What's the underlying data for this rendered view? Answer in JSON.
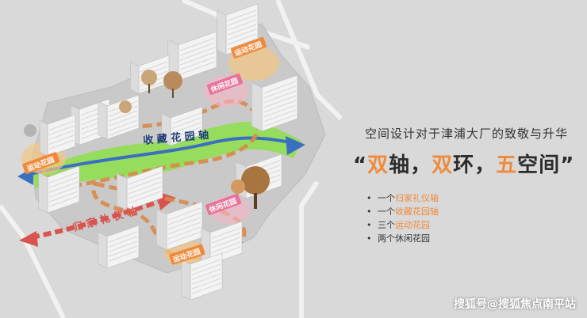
{
  "heading": "空间设计对于津浦大厂的致敬与升华",
  "slogan": {
    "open": "“",
    "p1_hl": "双",
    "p1": "轴，",
    "p2_hl": "双",
    "p2": "环，",
    "p3_hl": "五",
    "p3": "空间",
    "close": "”"
  },
  "bullets": [
    {
      "dot": "•",
      "prefix": "一个",
      "hl": "归家礼仪轴"
    },
    {
      "dot": "•",
      "prefix": "一个",
      "hl": "收藏花园轴"
    },
    {
      "dot": "•",
      "prefix": "三个",
      "hl": "运动花园"
    },
    {
      "dot": "•",
      "prefix": "两个",
      "hl": "休闲花园"
    }
  ],
  "map_labels": {
    "collection_axis": "收 藏 花 园 轴",
    "home_axis": "归 家 礼 仪 轴",
    "sport_garden": "运动花园",
    "leisure_garden": "休闲花园"
  },
  "watermark": "搜狐号@搜狐焦点南平站",
  "colors": {
    "accent": "#ef8a3b",
    "green_axis": "#8ee04a",
    "blue_arrow": "#3b6fbf",
    "red_arrow": "#d9534f",
    "dashed_loop": "#d9894a"
  }
}
